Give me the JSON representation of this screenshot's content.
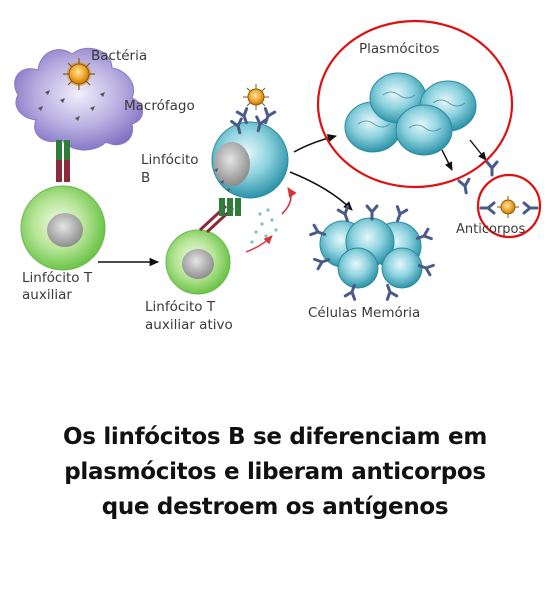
{
  "labels": {
    "bacteria": "Bactéria",
    "macrophage": "Macrófago",
    "b_cell_line1": "Linfócito",
    "b_cell_line2": "B",
    "helper_t_line1": "Linfócito T",
    "helper_t_line2": "auxiliar",
    "active_t_line1": "Linfócito T",
    "active_t_line2": "auxiliar ativo",
    "plasma_cells": "Plasmócitos",
    "memory_cells": "Células Memória",
    "antibodies": "Anticorpos"
  },
  "caption": {
    "line1": "Os linfócitos B se diferenciam em",
    "line2": "plasmócitos e liberam anticorpos",
    "line3": "que destroem os antígenos"
  },
  "colors": {
    "highlight": "#e01010",
    "plasma_cell": "#4fb3c4",
    "t_cell": "#8ed46a",
    "macrophage": "#8f7fc8",
    "antibody": "#4a5a8a",
    "antigen": "#f0a020"
  }
}
